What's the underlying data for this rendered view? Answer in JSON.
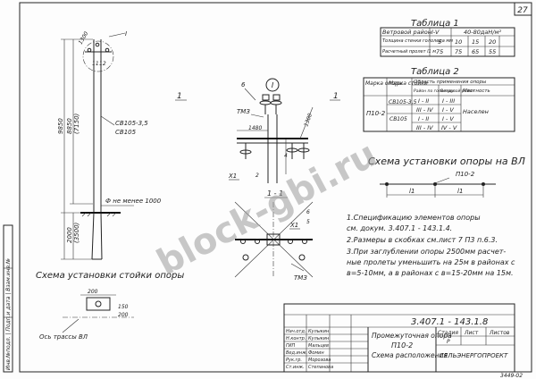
{
  "page_number": "27",
  "watermark": "block-gbi.ru",
  "table1": {
    "title": "Таблица 1",
    "rows": [
      [
        "Ветровой район",
        "I-V",
        "",
        "40-80даН/м²",
        ""
      ],
      [
        "Толщина стенки гололеда мм",
        "5",
        "10",
        "15",
        "20"
      ],
      [
        "Расчетный пролет l1 м",
        "75",
        "75",
        "65",
        "55"
      ]
    ]
  },
  "table2": {
    "title": "Таблица 2",
    "headers": [
      "Марка опоры",
      "Марка стойки",
      "Область применения опоры"
    ],
    "subheaders": [
      "Район по гололеду",
      "Ветровой район",
      "Местность"
    ],
    "rows": [
      [
        "П10-2",
        "СВ105-3,5",
        "I - II",
        "I - III",
        "Населен"
      ],
      [
        "",
        "",
        "III - IV",
        "I - V",
        ""
      ],
      [
        "",
        "СВ105",
        "I - II",
        "I - V",
        ""
      ],
      [
        "",
        "",
        "III - IV",
        "IV - V",
        ""
      ]
    ]
  },
  "pole": {
    "top_label": "I",
    "dims": [
      "1300",
      "8850",
      "(7150)",
      "9850",
      "2000",
      "(3500)"
    ],
    "stand_labels": [
      "СВ105-3,5",
      "СВ105"
    ],
    "ground_note": "Ф не менее 1000",
    "callouts": [
      "11",
      "12"
    ]
  },
  "section_marks": [
    "1",
    "1"
  ],
  "view_i": {
    "label": "I",
    "labels": [
      "6",
      "ТМЗ",
      "1480",
      "1300",
      "X1",
      "4",
      "2"
    ]
  },
  "section_11": {
    "label": "1 - 1",
    "labels": [
      "X1",
      "6",
      "5",
      "ТМЗ"
    ]
  },
  "scheme_vl": {
    "title": "Схема установки опоры на ВЛ",
    "pole_label": "П10-2",
    "spans": [
      "l1",
      "l1"
    ]
  },
  "scheme_stand": {
    "title": "Схема установки стойки опоры",
    "dims": [
      "200",
      "150",
      "200"
    ],
    "axis_label": "Ось трассы ВЛ"
  },
  "notes": [
    "1.Спецификацию элементов опоры",
    "см. докум. 3.407.1 - 143.1.4.",
    "2.Размеры в скобках см.лист 7 П3 п.6.3.",
    "3.При заглублении опоры 2500мм расчет-",
    "ные пролеты уменьшить на 25м в районах с",
    "в=5-10мм, а в районах с в=15-20мм на 15м."
  ],
  "titleblock": {
    "doc_code": "3.407.1 - 143.1.8",
    "title": [
      "Промежуточная опора",
      "П10-2",
      "Схема расположения"
    ],
    "stage_header": [
      "Стадия",
      "Лист",
      "Листов"
    ],
    "stage_values": [
      "Р",
      "",
      ""
    ],
    "org": "СЕЛЬЭНЕРГОПРОЕКТ",
    "staff": [
      [
        "Нач.отд.",
        "Кулыкин"
      ],
      [
        "Н.контр.",
        "Кулыкин"
      ],
      [
        "ГИП",
        "Мальцев"
      ],
      [
        "Вед.инж.",
        "Фомин"
      ],
      [
        "Рук.гр.",
        "Морозова"
      ],
      [
        "Ст.инж.",
        "Степанова"
      ]
    ]
  },
  "side_stamp": "Инв.№подл. | Подп.и дата | Взам.инв.№",
  "footer_code": "3449-02"
}
